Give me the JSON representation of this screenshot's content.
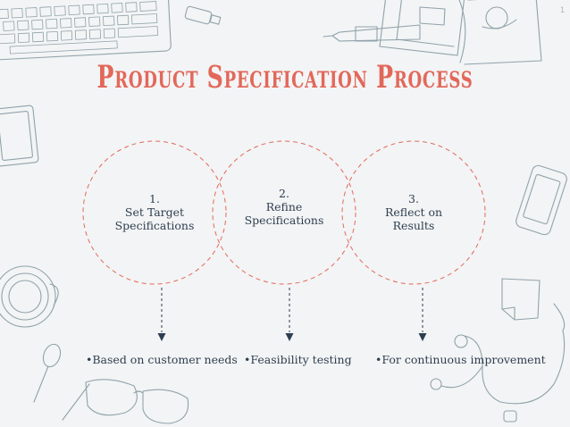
{
  "page_number": "1",
  "title": "Product Specification Process",
  "steps": [
    {
      "number": "1.",
      "line1": "Set Target",
      "line2": "Specifications"
    },
    {
      "number": "2.",
      "line1": "Refine",
      "line2": "Specifications"
    },
    {
      "number": "3.",
      "line1": "Reflect on",
      "line2": "Results"
    }
  ],
  "bullets": [
    "•Based on customer needs",
    "•Feasibility testing",
    "•For continuous improvement"
  ],
  "colors": {
    "accent": "#e2685a",
    "text": "#2d3e50",
    "sketch": "#8fa3aa",
    "background": "#f3f4f5"
  }
}
